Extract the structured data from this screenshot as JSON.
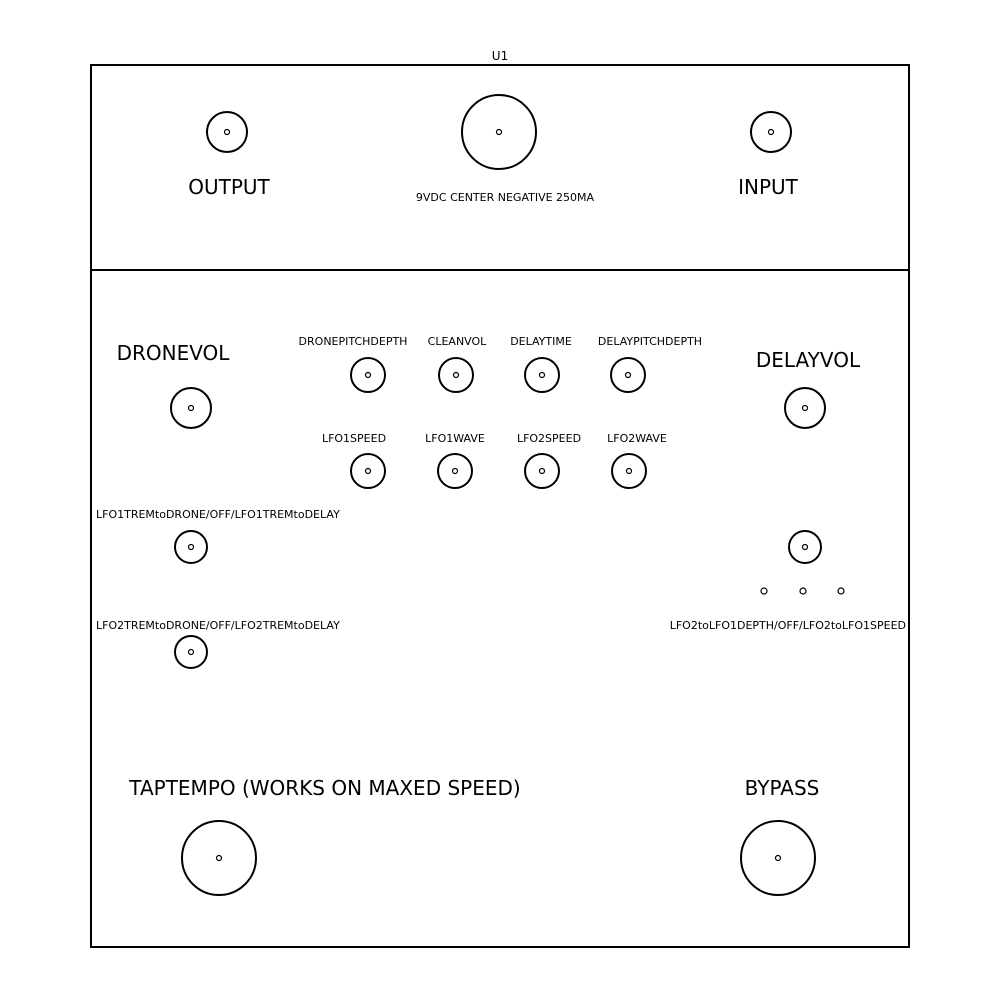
{
  "drawing": {
    "ref": "U1",
    "top_panel": {
      "output_label": "OUTPUT",
      "power_label": "9VDC CENTER NEGATIVE 250MA",
      "input_label": "INPUT"
    },
    "main_panel": {
      "drone_vol_label": "DRONEVOL",
      "delay_vol_label": "DELAYVOL",
      "knob_row_1": [
        "DRONEPITCHDEPTH",
        "CLEANVOL",
        "DELAYTIME",
        "DELAYPITCHDEPTH"
      ],
      "knob_row_2": [
        "LFO1SPEED",
        "LFO1WAVE",
        "LFO2SPEED",
        "LFO2WAVE"
      ],
      "switch_1_label": "LFO1TREMtoDRONE/OFF/LFO1TREMtoDELAY",
      "switch_2_label": "LFO2TREMtoDRONE/OFF/LFO2TREMtoDELAY",
      "switch_3_label": "LFO2toLFO1DEPTH/OFF/LFO2toLFO1SPEED",
      "tap_tempo_label": "TAPTEMPO (WORKS ON MAXED SPEED)",
      "bypass_label": "BYPASS"
    }
  }
}
